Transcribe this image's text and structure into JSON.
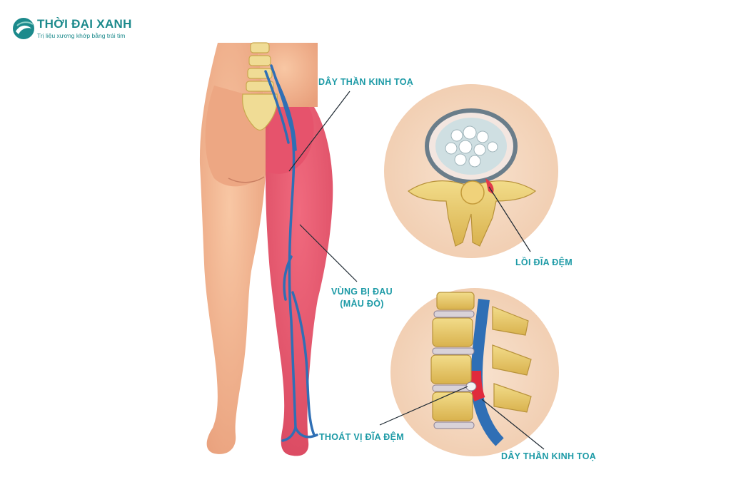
{
  "brand": {
    "name": "THỜI ĐẠI XANH",
    "tagline": "Trị liệu xương khớp bằng trái tim",
    "color": "#1c8a8c"
  },
  "labels": {
    "sciatic_nerve_top": "DÂY THẦN KINH TOẠ",
    "pain_area_line1": "VÙNG BỊ ĐAU",
    "pain_area_line2": "(MÀU ĐỎ)",
    "disc_protrusion": "LỒI ĐĨA ĐỆM",
    "disc_herniation": "THOÁT VỊ ĐĨA ĐỆM",
    "sciatic_nerve_bottom": "DÂY THẦN KINH TOẠ"
  },
  "colors": {
    "label": "#1c9aa6",
    "skin": "#f2b48e",
    "pain": "#e8546a",
    "nerve": "#2f6fb5",
    "bone": "#e8c96a",
    "circle_bg": "#f4d6bd"
  }
}
